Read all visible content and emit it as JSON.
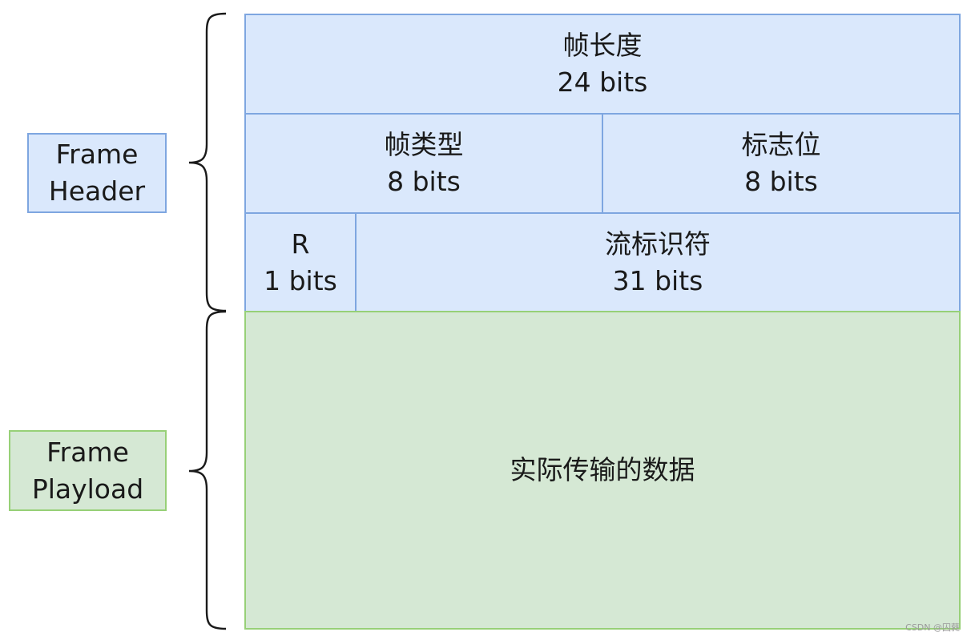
{
  "labels": {
    "header": [
      "Frame",
      "Header"
    ],
    "payload": [
      "Frame",
      "Playload"
    ]
  },
  "fields": {
    "frame_length": {
      "name": "帧长度",
      "size": "24 bits"
    },
    "frame_type": {
      "name": "帧类型",
      "size": "8 bits"
    },
    "flags": {
      "name": "标志位",
      "size": "8 bits"
    },
    "reserved": {
      "name": "R",
      "size": "1 bits"
    },
    "stream_id": {
      "name": "流标识符",
      "size": "31 bits"
    },
    "payload": {
      "name": "实际传输的数据"
    }
  },
  "watermark": "CSDN @囚蕤",
  "colors": {
    "header_fill": "#dae8fc",
    "header_stroke": "#7ea6e0",
    "payload_fill": "#d5e8d4",
    "payload_stroke": "#97d077"
  }
}
